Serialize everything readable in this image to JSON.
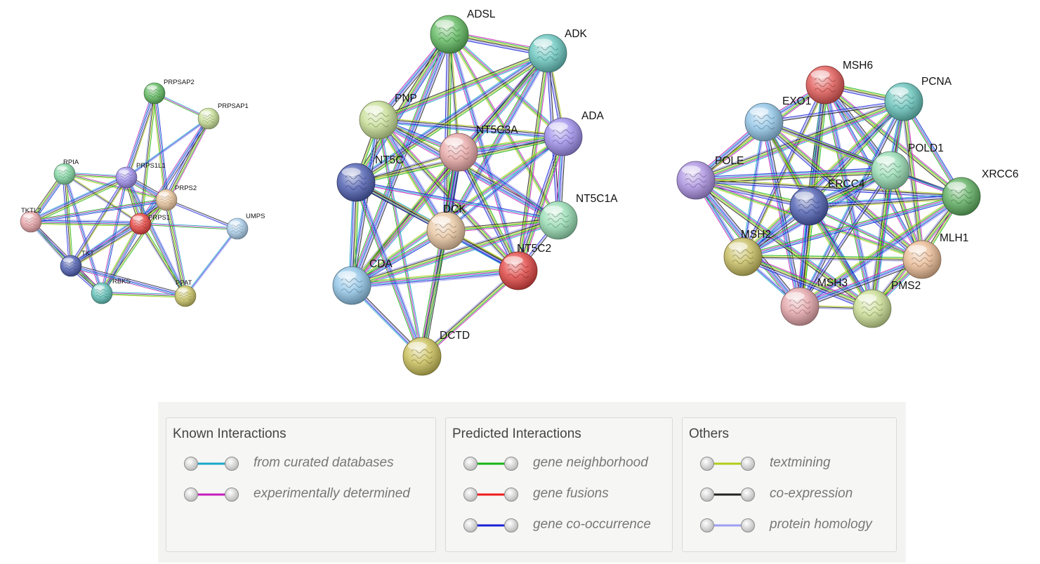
{
  "networks": [
    {
      "id": "nucleotide-synthesis",
      "label_size": "small",
      "nodes": [
        {
          "id": "PRPSAP2",
          "label": "PRPSAP2",
          "color": "#5cb85c"
        },
        {
          "id": "PRPSAP1",
          "label": "PRPSAP1",
          "color": "#c5dd92"
        },
        {
          "id": "RPIA",
          "label": "RPIA",
          "color": "#7fd6a0"
        },
        {
          "id": "PRPS1L1",
          "label": "PRPS1L1",
          "color": "#9b8bea"
        },
        {
          "id": "PRPS2",
          "label": "PRPS2",
          "color": "#e9c39a"
        },
        {
          "id": "TKTL2",
          "label": "TKTL2",
          "color": "#e8a3a6"
        },
        {
          "id": "PRPS1",
          "label": "PRPS1",
          "color": "#e8413d"
        },
        {
          "id": "UMPS",
          "label": "UMPS",
          "color": "#a9cdea"
        },
        {
          "id": "TKT",
          "label": "TKT",
          "color": "#4a5bb0"
        },
        {
          "id": "RBKS",
          "label": "RBKS",
          "color": "#5fc2b8"
        },
        {
          "id": "PPAT",
          "label": "PPAT",
          "color": "#c9c362"
        }
      ],
      "edges": [
        [
          "PRPSAP2",
          "PRPSAP1"
        ],
        [
          "PRPSAP2",
          "PRPS1L1"
        ],
        [
          "PRPSAP2",
          "PRPS2"
        ],
        [
          "PRPSAP2",
          "PRPS1"
        ],
        [
          "PRPSAP1",
          "PRPS1L1"
        ],
        [
          "PRPSAP1",
          "PRPS2"
        ],
        [
          "PRPSAP1",
          "PRPS1"
        ],
        [
          "RPIA",
          "PRPS1L1"
        ],
        [
          "RPIA",
          "PRPS1"
        ],
        [
          "RPIA",
          "TKTL2"
        ],
        [
          "RPIA",
          "TKT"
        ],
        [
          "RPIA",
          "RBKS"
        ],
        [
          "RPIA",
          "PRPS2"
        ],
        [
          "PRPS1L1",
          "PRPS2"
        ],
        [
          "PRPS1L1",
          "PRPS1"
        ],
        [
          "PRPS1L1",
          "TKT"
        ],
        [
          "PRPS1L1",
          "RBKS"
        ],
        [
          "PRPS1L1",
          "TKTL2"
        ],
        [
          "PRPS1L1",
          "PPAT"
        ],
        [
          "PRPS2",
          "PRPS1"
        ],
        [
          "PRPS2",
          "UMPS"
        ],
        [
          "PRPS2",
          "PPAT"
        ],
        [
          "PRPS2",
          "TKT"
        ],
        [
          "PRPS2",
          "TKTL2"
        ],
        [
          "PRPS2",
          "RBKS"
        ],
        [
          "TKTL2",
          "PRPS1"
        ],
        [
          "TKTL2",
          "TKT"
        ],
        [
          "TKTL2",
          "RBKS"
        ],
        [
          "PRPS1",
          "UMPS"
        ],
        [
          "PRPS1",
          "TKT"
        ],
        [
          "PRPS1",
          "RBKS"
        ],
        [
          "PRPS1",
          "PPAT"
        ],
        [
          "UMPS",
          "PPAT"
        ],
        [
          "TKT",
          "RBKS"
        ],
        [
          "TKT",
          "PPAT"
        ],
        [
          "RBKS",
          "PPAT"
        ]
      ]
    },
    {
      "id": "nucleoside-metabolism",
      "label_size": "large",
      "nodes": [
        {
          "id": "ADSL",
          "label": "ADSL",
          "color": "#5cb85c"
        },
        {
          "id": "ADK",
          "label": "ADK",
          "color": "#65c4bd"
        },
        {
          "id": "PNP",
          "label": "PNP",
          "color": "#c5dd92"
        },
        {
          "id": "ADA",
          "label": "ADA",
          "color": "#9b8bea"
        },
        {
          "id": "NT5C3A",
          "label": "NT5C3A",
          "color": "#e7a6a5"
        },
        {
          "id": "NT5C",
          "label": "NT5C",
          "color": "#4a5bb0"
        },
        {
          "id": "NT5C1A",
          "label": "NT5C1A",
          "color": "#94dbb0"
        },
        {
          "id": "DCK",
          "label": "DCK",
          "color": "#e7c49f"
        },
        {
          "id": "NT5C2",
          "label": "NT5C2",
          "color": "#e0413e"
        },
        {
          "id": "CDA",
          "label": "CDA",
          "color": "#8dc3e6"
        },
        {
          "id": "DCTD",
          "label": "DCTD",
          "color": "#c9be55"
        }
      ],
      "edges": [
        [
          "ADSL",
          "ADK"
        ],
        [
          "ADSL",
          "PNP"
        ],
        [
          "ADSL",
          "ADA"
        ],
        [
          "ADSL",
          "NT5C3A"
        ],
        [
          "ADSL",
          "NT5C"
        ],
        [
          "ADSL",
          "DCK"
        ],
        [
          "ADSL",
          "NT5C2"
        ],
        [
          "ADSL",
          "NT5C1A"
        ],
        [
          "ADSL",
          "CDA"
        ],
        [
          "ADK",
          "PNP"
        ],
        [
          "ADK",
          "ADA"
        ],
        [
          "ADK",
          "NT5C3A"
        ],
        [
          "ADK",
          "NT5C"
        ],
        [
          "ADK",
          "DCK"
        ],
        [
          "ADK",
          "NT5C2"
        ],
        [
          "ADK",
          "NT5C1A"
        ],
        [
          "ADK",
          "CDA"
        ],
        [
          "PNP",
          "ADA"
        ],
        [
          "PNP",
          "NT5C3A"
        ],
        [
          "PNP",
          "NT5C"
        ],
        [
          "PNP",
          "DCK"
        ],
        [
          "PNP",
          "NT5C2"
        ],
        [
          "PNP",
          "CDA"
        ],
        [
          "PNP",
          "DCTD"
        ],
        [
          "PNP",
          "NT5C1A"
        ],
        [
          "ADA",
          "NT5C3A"
        ],
        [
          "ADA",
          "NT5C"
        ],
        [
          "ADA",
          "DCK"
        ],
        [
          "ADA",
          "NT5C2"
        ],
        [
          "ADA",
          "NT5C1A"
        ],
        [
          "ADA",
          "CDA"
        ],
        [
          "NT5C3A",
          "NT5C"
        ],
        [
          "NT5C3A",
          "DCK"
        ],
        [
          "NT5C3A",
          "NT5C2"
        ],
        [
          "NT5C3A",
          "NT5C1A"
        ],
        [
          "NT5C3A",
          "CDA"
        ],
        [
          "NT5C3A",
          "DCTD"
        ],
        [
          "NT5C",
          "DCK"
        ],
        [
          "NT5C",
          "NT5C2"
        ],
        [
          "NT5C",
          "NT5C1A"
        ],
        [
          "NT5C",
          "CDA"
        ],
        [
          "NT5C",
          "DCTD"
        ],
        [
          "NT5C1A",
          "DCK"
        ],
        [
          "NT5C1A",
          "NT5C2"
        ],
        [
          "NT5C1A",
          "CDA"
        ],
        [
          "DCK",
          "NT5C2"
        ],
        [
          "DCK",
          "CDA"
        ],
        [
          "DCK",
          "DCTD"
        ],
        [
          "NT5C2",
          "CDA"
        ],
        [
          "NT5C2",
          "DCTD"
        ],
        [
          "CDA",
          "DCTD"
        ]
      ]
    },
    {
      "id": "dna-repair",
      "label_size": "large",
      "nodes": [
        {
          "id": "MSH6",
          "label": "MSH6",
          "color": "#e05552"
        },
        {
          "id": "PCNA",
          "label": "PCNA",
          "color": "#62c1b8"
        },
        {
          "id": "EXO1",
          "label": "EXO1",
          "color": "#8dc3e6"
        },
        {
          "id": "POLE",
          "label": "POLE",
          "color": "#a98ee0"
        },
        {
          "id": "POLD1",
          "label": "POLD1",
          "color": "#94dbb0"
        },
        {
          "id": "XRCC6",
          "label": "XRCC6",
          "color": "#5aad5d"
        },
        {
          "id": "ERCC4",
          "label": "ERCC4",
          "color": "#4a5bb0"
        },
        {
          "id": "MSH2",
          "label": "MSH2",
          "color": "#c6bb5c"
        },
        {
          "id": "MLH1",
          "label": "MLH1",
          "color": "#e8b890"
        },
        {
          "id": "MSH3",
          "label": "MSH3",
          "color": "#e3a3a8"
        },
        {
          "id": "PMS2",
          "label": "PMS2",
          "color": "#c8dc90"
        }
      ],
      "edges": [
        [
          "MSH6",
          "PCNA"
        ],
        [
          "MSH6",
          "EXO1"
        ],
        [
          "MSH6",
          "POLE"
        ],
        [
          "MSH6",
          "POLD1"
        ],
        [
          "MSH6",
          "ERCC4"
        ],
        [
          "MSH6",
          "MSH2"
        ],
        [
          "MSH6",
          "MLH1"
        ],
        [
          "MSH6",
          "MSH3"
        ],
        [
          "MSH6",
          "PMS2"
        ],
        [
          "MSH6",
          "XRCC6"
        ],
        [
          "PCNA",
          "EXO1"
        ],
        [
          "PCNA",
          "POLE"
        ],
        [
          "PCNA",
          "POLD1"
        ],
        [
          "PCNA",
          "XRCC6"
        ],
        [
          "PCNA",
          "ERCC4"
        ],
        [
          "PCNA",
          "MSH2"
        ],
        [
          "PCNA",
          "MLH1"
        ],
        [
          "PCNA",
          "MSH3"
        ],
        [
          "PCNA",
          "PMS2"
        ],
        [
          "EXO1",
          "POLE"
        ],
        [
          "EXO1",
          "POLD1"
        ],
        [
          "EXO1",
          "ERCC4"
        ],
        [
          "EXO1",
          "MSH2"
        ],
        [
          "EXO1",
          "MLH1"
        ],
        [
          "EXO1",
          "MSH3"
        ],
        [
          "EXO1",
          "PMS2"
        ],
        [
          "EXO1",
          "XRCC6"
        ],
        [
          "POLE",
          "POLD1"
        ],
        [
          "POLE",
          "ERCC4"
        ],
        [
          "POLE",
          "MSH2"
        ],
        [
          "POLE",
          "MLH1"
        ],
        [
          "POLE",
          "MSH3"
        ],
        [
          "POLE",
          "PMS2"
        ],
        [
          "POLE",
          "XRCC6"
        ],
        [
          "POLD1",
          "XRCC6"
        ],
        [
          "POLD1",
          "ERCC4"
        ],
        [
          "POLD1",
          "MSH2"
        ],
        [
          "POLD1",
          "MLH1"
        ],
        [
          "POLD1",
          "MSH3"
        ],
        [
          "POLD1",
          "PMS2"
        ],
        [
          "XRCC6",
          "ERCC4"
        ],
        [
          "XRCC6",
          "MSH2"
        ],
        [
          "XRCC6",
          "MLH1"
        ],
        [
          "XRCC6",
          "MSH3"
        ],
        [
          "XRCC6",
          "PMS2"
        ],
        [
          "ERCC4",
          "MSH2"
        ],
        [
          "ERCC4",
          "MLH1"
        ],
        [
          "ERCC4",
          "MSH3"
        ],
        [
          "ERCC4",
          "PMS2"
        ],
        [
          "MSH2",
          "MLH1"
        ],
        [
          "MSH2",
          "MSH3"
        ],
        [
          "MSH2",
          "PMS2"
        ],
        [
          "MLH1",
          "MSH3"
        ],
        [
          "MLH1",
          "PMS2"
        ],
        [
          "MSH3",
          "PMS2"
        ]
      ]
    }
  ],
  "legend": {
    "groups": [
      {
        "title": "Known Interactions",
        "items": [
          {
            "label": "from curated databases",
            "color": "#1ba7c9"
          },
          {
            "label": "experimentally determined",
            "color": "#c41dbd"
          }
        ]
      },
      {
        "title": "Predicted Interactions",
        "items": [
          {
            "label": "gene neighborhood",
            "color": "#18b418"
          },
          {
            "label": "gene fusions",
            "color": "#ee1b1b"
          },
          {
            "label": "gene co-occurrence",
            "color": "#1a22d6"
          }
        ]
      },
      {
        "title": "Others",
        "items": [
          {
            "label": "textmining",
            "color": "#b3cc1b"
          },
          {
            "label": "co-expression",
            "color": "#222222"
          },
          {
            "label": "protein homology",
            "color": "#9d9ff2"
          }
        ]
      }
    ]
  },
  "edge_palette": [
    "#1ba7c9",
    "#c41dbd",
    "#18b418",
    "#b3cc1b",
    "#222222",
    "#9d9ff2",
    "#1a22d6"
  ]
}
